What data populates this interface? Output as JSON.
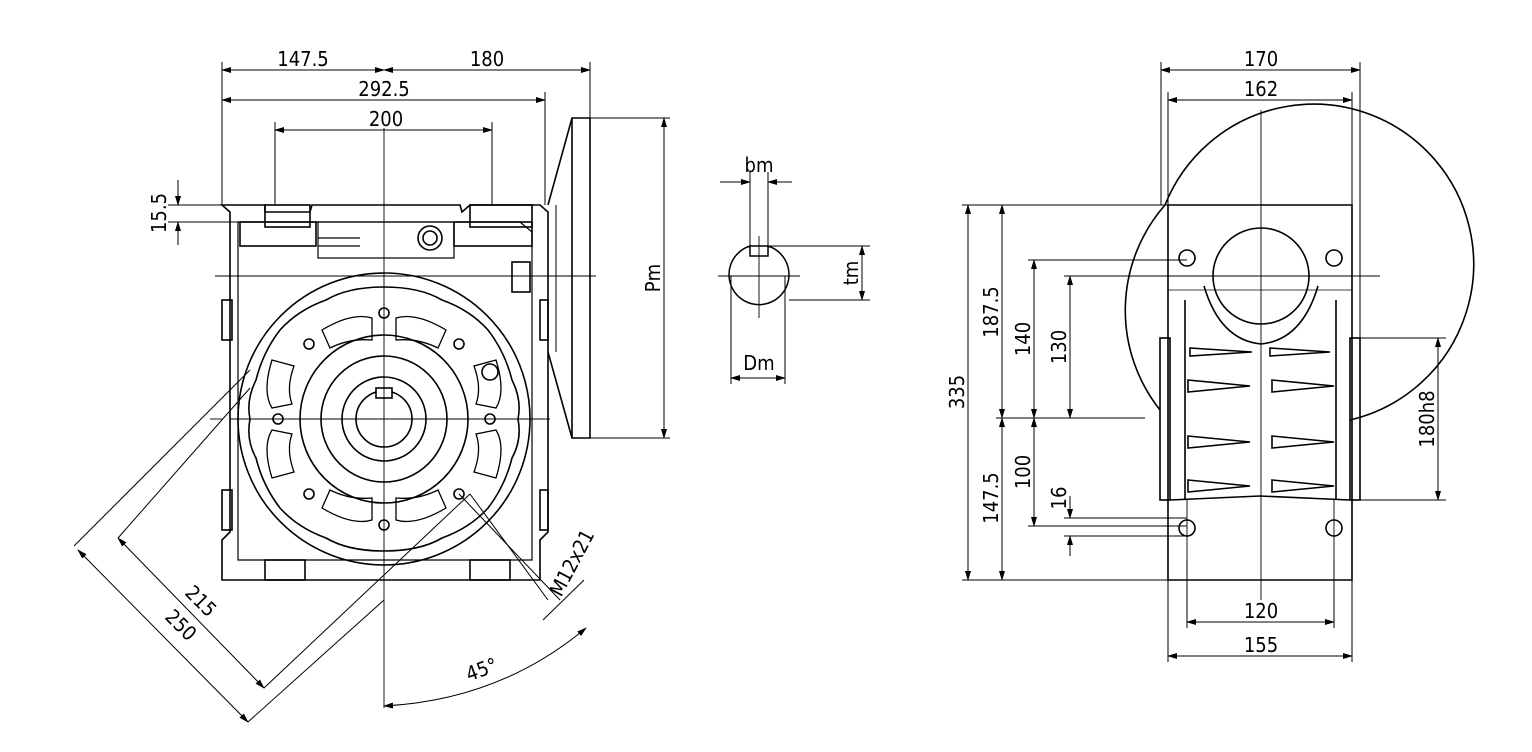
{
  "front_view": {
    "width_left": "147.5",
    "width_right": "180",
    "overall_width": "292.5",
    "hole_spacing": "200",
    "top_offset": "15.5",
    "flange_diameter": "Pm",
    "pcd_inner": "215",
    "pcd_outer": "250",
    "bolt_thread": "M12x21",
    "bolt_angle": "45°"
  },
  "shaft_section": {
    "key_width": "bm",
    "key_height": "tm",
    "bore_diameter": "Dm"
  },
  "side_view": {
    "top_width_outer": "170",
    "top_width_inner": "162",
    "overall_height": "335",
    "upper_height": "187.5",
    "lower_height": "147.5",
    "foot_height_140": "140",
    "foot_height_130": "130",
    "lower_offset_100": "100",
    "slot_16": "16",
    "spigot_diameter": "180h8",
    "foot_spacing": "120",
    "base_width": "155"
  }
}
